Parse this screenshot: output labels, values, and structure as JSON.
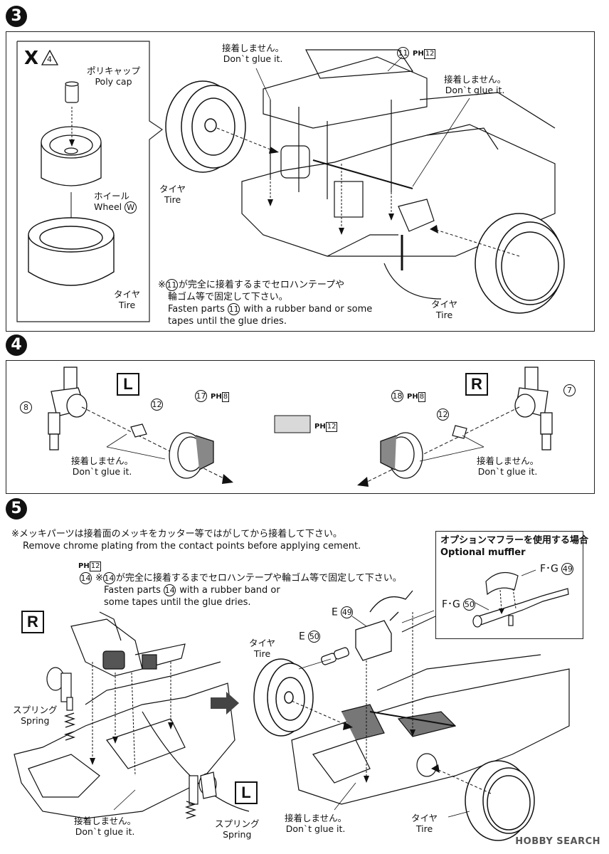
{
  "steps": {
    "s3": {
      "number": "3",
      "inset_label": "X",
      "inset_label_num": "4",
      "poly_cap_jp": "ポリキャップ",
      "poly_cap_en": "Poly cap",
      "wheel_jp": "ホイール",
      "wheel_en": "Wheel",
      "wheel_code": "W",
      "tire_jp": "タイヤ",
      "tire_en": "Tire",
      "dont_glue_jp_1": "接着しません。",
      "dont_glue_en_1": "Don`t glue it.",
      "part_11": "11",
      "ph_label": "PH",
      "ph_page": "12",
      "dont_glue_jp_2": "接着しません。",
      "dont_glue_en_2": "Don`t glue it.",
      "tire_left_jp": "タイヤ",
      "tire_left_en": "Tire",
      "tire_right_jp": "タイヤ",
      "tire_right_en": "Tire",
      "note_mark": "※",
      "note_jp_part": "11",
      "note_jp_1": "が完全に接着するまでセロハンテープや",
      "note_jp_2": "輪ゴム等で固定して下さい。",
      "note_en_1a": "Fasten parts",
      "note_en_part": "11",
      "note_en_1b": "with a rubber band or some",
      "note_en_2": "tapes until the glue dries."
    },
    "s4": {
      "number": "4",
      "left_letter": "L",
      "right_letter": "R",
      "part_8": "8",
      "part_12_l": "12",
      "part_17": "17",
      "ph_17_label": "PH",
      "ph_17_page": "8",
      "part_18": "18",
      "ph_18_label": "PH",
      "ph_18_page": "8",
      "part_12_r": "12",
      "part_7": "7",
      "swatch_ph": "PH",
      "swatch_page": "12",
      "dont_glue_jp_l": "接着しません。",
      "dont_glue_en_l": "Don`t glue it.",
      "dont_glue_jp_r": "接着しません。",
      "dont_glue_en_r": "Don`t glue it."
    },
    "s5": {
      "number": "5",
      "note_jp": "※メッキパーツは接着面のメッキをカッター等ではがしてから接着して下さい。",
      "note_en": "Remove chrome plating from the contact points before applying cement.",
      "ph_label": "PH",
      "ph_page": "12",
      "part_14": "14",
      "fasten_jp_mark": "※",
      "fasten_jp_part": "14",
      "fasten_jp": "が完全に接着するまでセロハンテープや輪ゴム等で固定して下さい。",
      "fasten_en_1a": "Fasten parts",
      "fasten_en_part": "14",
      "fasten_en_1b": "with a rubber band or",
      "fasten_en_2": "some tapes until the glue dries.",
      "right_letter": "R",
      "left_letter": "L",
      "spring_jp_1": "スプリング",
      "spring_en_1": "Spring",
      "spring_jp_2": "スプリング",
      "spring_en_2": "Spring",
      "dont_glue_jp_1": "接着しません。",
      "dont_glue_en_1": "Don`t glue it.",
      "dont_glue_jp_2": "接着しません。",
      "dont_glue_en_2": "Don`t glue it.",
      "tire_top_jp": "タイヤ",
      "tire_top_en": "Tire",
      "tire_bot_jp": "タイヤ",
      "tire_bot_en": "Tire",
      "e49_letter": "E",
      "e49_num": "49",
      "e50_letter": "E",
      "e50_num": "50",
      "optional_jp": "オプションマフラーを使用する場合",
      "optional_en": "Optional muffler",
      "fg49_letter": "F･G",
      "fg49_num": "49",
      "fg50_letter": "F･G",
      "fg50_num": "50"
    }
  },
  "watermark": "HOBBY SEARCH"
}
